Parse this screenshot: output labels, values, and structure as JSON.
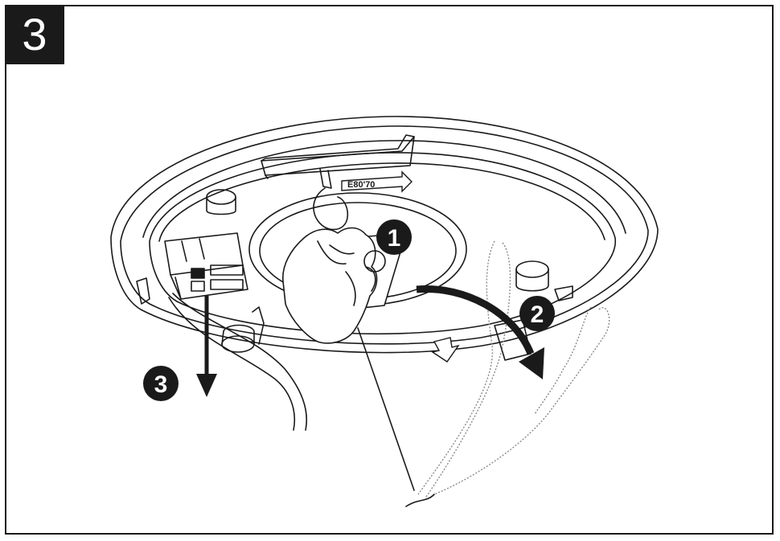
{
  "step_number": "3",
  "callouts": [
    {
      "label": "1"
    },
    {
      "label": "2"
    },
    {
      "label": "3"
    }
  ],
  "embossed_text": "E80'70",
  "colors": {
    "ink": "#1a1a1a",
    "background": "#ffffff",
    "dotted_cord": "#8a8a8a"
  }
}
